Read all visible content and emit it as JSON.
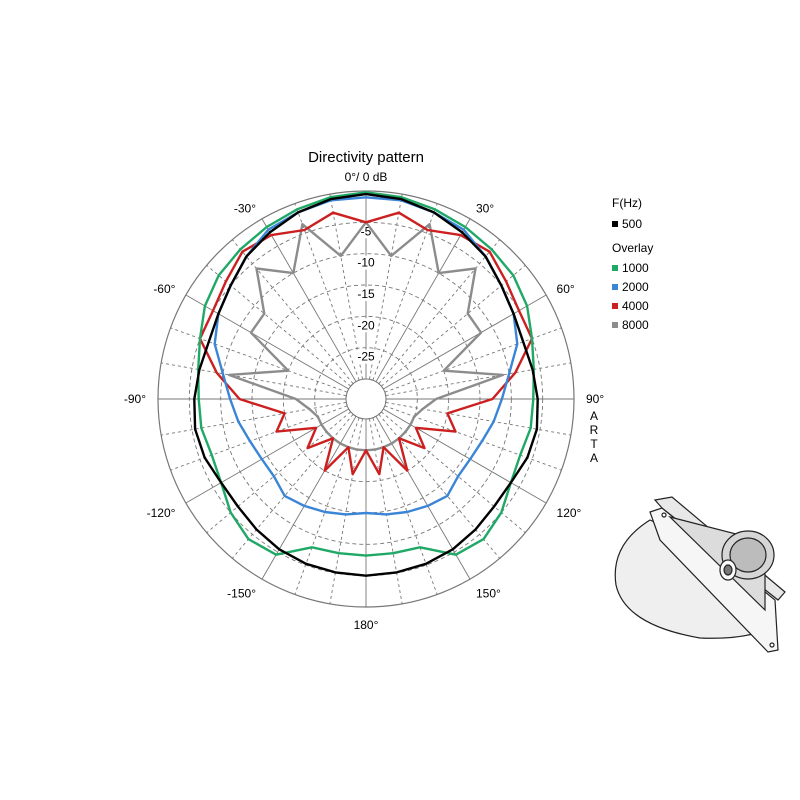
{
  "chart_data": {
    "type": "polar",
    "title": "Directivity pattern",
    "reference_label": "0°/ 0 dB",
    "brand_label": "ARTA",
    "radial_ticks": [
      "-5",
      "-10",
      "-15",
      "-20",
      "-25"
    ],
    "radial_range_db": [
      -30,
      0
    ],
    "radial_step_db": 5,
    "angle_step_deg": 10,
    "angle_labels": [
      {
        "angle": 0,
        "text": "0°/ 0 dB"
      },
      {
        "angle": 30,
        "text": "30°"
      },
      {
        "angle": 60,
        "text": "60°"
      },
      {
        "angle": 90,
        "text": "90°"
      },
      {
        "angle": 120,
        "text": "120°"
      },
      {
        "angle": 150,
        "text": "150°"
      },
      {
        "angle": 180,
        "text": "180°"
      },
      {
        "angle": -150,
        "text": "-150°"
      },
      {
        "angle": -120,
        "text": "-120°"
      },
      {
        "angle": -90,
        "text": "-90°"
      },
      {
        "angle": -60,
        "text": "-60°"
      },
      {
        "angle": -30,
        "text": "-30°"
      }
    ],
    "legend": {
      "header": "F(Hz)",
      "overlay_header": "Overlay",
      "position": "top-right"
    },
    "grid": true,
    "series": [
      {
        "name": "500",
        "color": "#000000",
        "overlay": false,
        "angles": [
          0,
          10,
          20,
          30,
          40,
          50,
          60,
          70,
          80,
          90,
          100,
          110,
          120,
          130,
          140,
          150,
          160,
          170,
          180
        ],
        "db": [
          -0.5,
          -0.8,
          -1.5,
          -2.5,
          -3.5,
          -5,
          -6,
          -6.5,
          -6.2,
          -5.8,
          -5.5,
          -5.8,
          -6.5,
          -6.5,
          -6,
          -5.5,
          -5.2,
          -5.1,
          -5
        ]
      },
      {
        "name": "1000",
        "color": "#1fa866",
        "overlay": true,
        "angles": [
          0,
          10,
          20,
          30,
          40,
          50,
          60,
          70,
          80,
          90,
          100,
          110,
          120,
          130,
          140,
          150,
          160,
          170,
          180
        ],
        "db": [
          -0.2,
          -0.5,
          -1,
          -1.5,
          -2,
          -2.5,
          -3.5,
          -5,
          -6,
          -6.5,
          -6.5,
          -7,
          -6.5,
          -5,
          -4,
          -4.5,
          -8,
          -8.2,
          -8.2
        ]
      },
      {
        "name": "2000",
        "color": "#3a85d6",
        "overlay": true,
        "angles": [
          0,
          10,
          20,
          30,
          40,
          50,
          60,
          70,
          80,
          90,
          100,
          110,
          120,
          130,
          140,
          150,
          160,
          170,
          180
        ],
        "db": [
          -1,
          -1,
          -1.5,
          -2,
          -3.5,
          -5,
          -6,
          -7.5,
          -10,
          -11.5,
          -12.5,
          -13.5,
          -14,
          -14,
          -13,
          -13.5,
          -14,
          -14.5,
          -15
        ]
      },
      {
        "name": "4000",
        "color": "#cc2020",
        "overlay": true,
        "angles": [
          0,
          10,
          20,
          30,
          40,
          50,
          60,
          70,
          80,
          90,
          100,
          110,
          120,
          130,
          140,
          150,
          160,
          170,
          180
        ],
        "db": [
          -5,
          -3,
          -4.5,
          -3,
          -2.5,
          -4,
          -5,
          -5,
          -9,
          -13,
          -20,
          -18,
          -24,
          -21,
          -25,
          -20,
          -25,
          -21,
          -25
        ]
      },
      {
        "name": "8000",
        "color": "#8c8c8c",
        "overlay": true,
        "angles": [
          0,
          10,
          20,
          30,
          40,
          50,
          60,
          70,
          80,
          90,
          100,
          110,
          120,
          130,
          140,
          150,
          160,
          170,
          180
        ],
        "db": [
          -5,
          -10,
          -3.5,
          -10,
          -6,
          -12,
          -12,
          -20,
          -11,
          -22,
          -24,
          -25,
          -25,
          -25,
          -25,
          -25,
          -25,
          -25,
          -25
        ]
      }
    ]
  },
  "icons": {
    "speaker_drawing": "waveguide-speaker-icon"
  }
}
